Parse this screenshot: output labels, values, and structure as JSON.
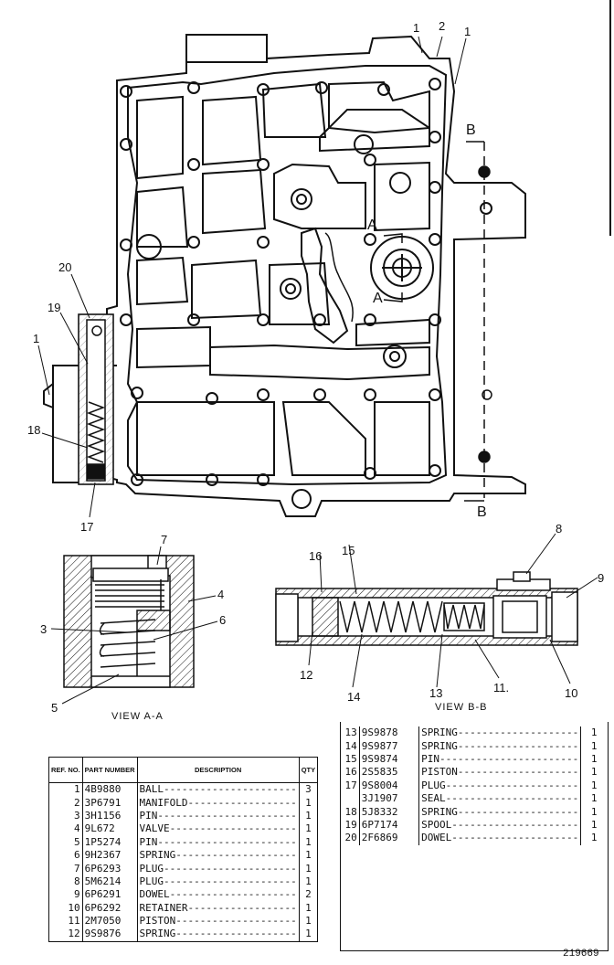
{
  "callouts": {
    "top_1a": "1",
    "top_2": "2",
    "top_1b": "1",
    "left_20": "20",
    "left_19": "19",
    "left_1": "1",
    "left_18": "18",
    "left_17": "17",
    "sec_b_top": "B",
    "sec_b_bot": "B",
    "sec_a_top": "A",
    "sec_a_bot": "A",
    "va_7": "7",
    "va_4": "4",
    "va_3": "3",
    "va_6": "6",
    "va_5": "5",
    "vb_16": "16",
    "vb_15": "15",
    "vb_8": "8",
    "vb_9": "9",
    "vb_12": "12",
    "vb_14": "14",
    "vb_13": "13",
    "vb_11": "11.",
    "vb_10": "10"
  },
  "view_labels": {
    "aa": "VIEW A-A",
    "bb": "VIEW B-B"
  },
  "table_headers": {
    "ref": "REF. NO.",
    "part": "PART NUMBER",
    "desc": "DESCRIPTION",
    "qty": "QTY"
  },
  "parts_left": [
    {
      "ref": "1",
      "part": "4B9880",
      "desc": "BALL",
      "qty": "3"
    },
    {
      "ref": "2",
      "part": "3P6791",
      "desc": "MANIFOLD",
      "qty": "1"
    },
    {
      "ref": "3",
      "part": "3H1156",
      "desc": "PIN",
      "qty": "1"
    },
    {
      "ref": "4",
      "part": "9L672",
      "desc": "VALVE",
      "qty": "1"
    },
    {
      "ref": "5",
      "part": "1P5274",
      "desc": "PIN",
      "qty": "1"
    },
    {
      "ref": "6",
      "part": "9H2367",
      "desc": "SPRING",
      "qty": "1"
    },
    {
      "ref": "7",
      "part": "6P6293",
      "desc": "PLUG",
      "qty": "1"
    },
    {
      "ref": "8",
      "part": "5M6214",
      "desc": "PLUG",
      "qty": "1"
    },
    {
      "ref": "9",
      "part": "6P6291",
      "desc": "DOWEL",
      "qty": "2"
    },
    {
      "ref": "10",
      "part": "6P6292",
      "desc": "RETAINER",
      "qty": "1"
    },
    {
      "ref": "11",
      "part": "2M7050",
      "desc": "PISTON",
      "qty": "1"
    },
    {
      "ref": "12",
      "part": "9S9876",
      "desc": "SPRING",
      "qty": "1"
    }
  ],
  "parts_right": [
    {
      "ref": "13",
      "part": "9S9878",
      "desc": "SPRING",
      "qty": "1"
    },
    {
      "ref": "14",
      "part": "9S9877",
      "desc": "SPRING",
      "qty": "1"
    },
    {
      "ref": "15",
      "part": "9S9874",
      "desc": "PIN",
      "qty": "1"
    },
    {
      "ref": "16",
      "part": "2S5835",
      "desc": "PISTON",
      "qty": "1"
    },
    {
      "ref": "17",
      "part": "9S8004",
      "desc": "PLUG",
      "qty": "1"
    },
    {
      "ref": "",
      "part": "3J1907",
      "desc": "SEAL",
      "qty": "1"
    },
    {
      "ref": "18",
      "part": "5J8332",
      "desc": "SPRING",
      "qty": "1"
    },
    {
      "ref": "19",
      "part": "6P7174",
      "desc": "SPOOL",
      "qty": "1"
    },
    {
      "ref": "20",
      "part": "2F6869",
      "desc": "DOWEL",
      "qty": "1"
    }
  ],
  "footer_code": "219669"
}
